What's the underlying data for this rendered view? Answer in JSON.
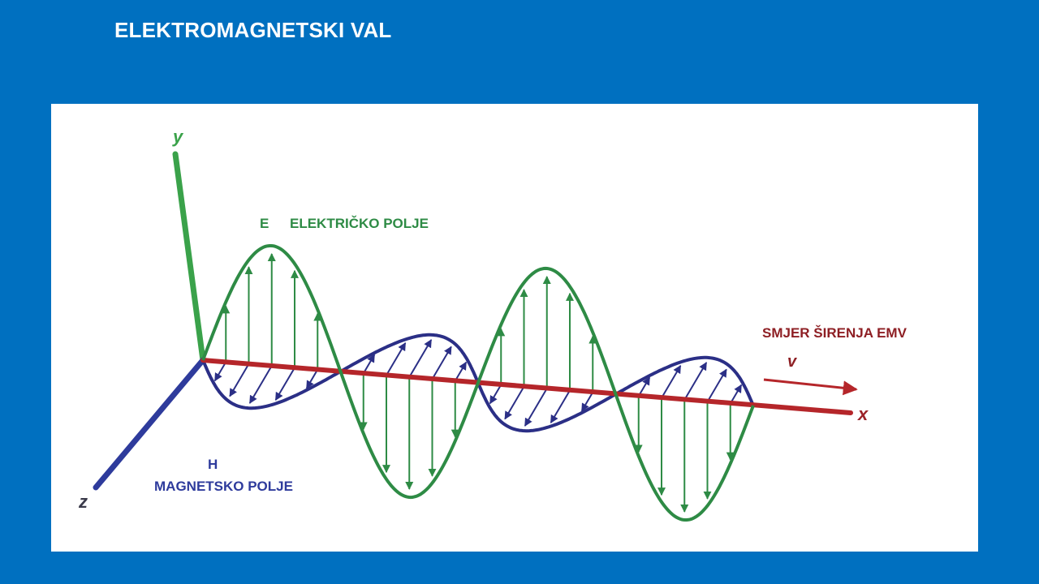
{
  "slide": {
    "title": "ELEKTROMAGNETSKI VAL"
  },
  "axes": {
    "y": "y",
    "z": "z",
    "x": "x"
  },
  "electric_field": {
    "symbol": "E",
    "label": "ELEKTRIČKO POLJE",
    "color": "#2e8b45"
  },
  "magnetic_field": {
    "symbol": "H",
    "label": "MAGNETSKO POLJE",
    "color": "#2b2f86"
  },
  "propagation": {
    "label": "SMJER ŠIRENJA EMV",
    "velocity_symbol": "v",
    "color": "#a8262c"
  },
  "colors": {
    "background": "#0070c0",
    "panel": "#ffffff",
    "y_axis": "#3aa24a",
    "z_axis": "#2e3b9c",
    "x_axis": "#b5262a"
  }
}
